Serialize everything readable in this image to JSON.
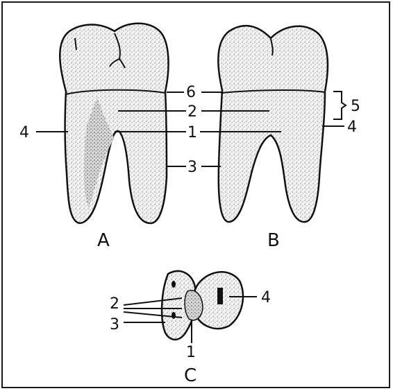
{
  "figure": {
    "view_labels": {
      "a": "A",
      "b": "B",
      "c": "C"
    },
    "callouts": {
      "a_4": "4",
      "mid_6": "6",
      "mid_2": "2",
      "mid_1": "1",
      "mid_3": "3",
      "b_5": "5",
      "b_4": "4",
      "c_2": "2",
      "c_3": "3",
      "c_1": "1",
      "c_4": "4"
    },
    "colors": {
      "line": "#111111",
      "stipple": "#8a8a8a",
      "background": "#ffffff"
    }
  }
}
